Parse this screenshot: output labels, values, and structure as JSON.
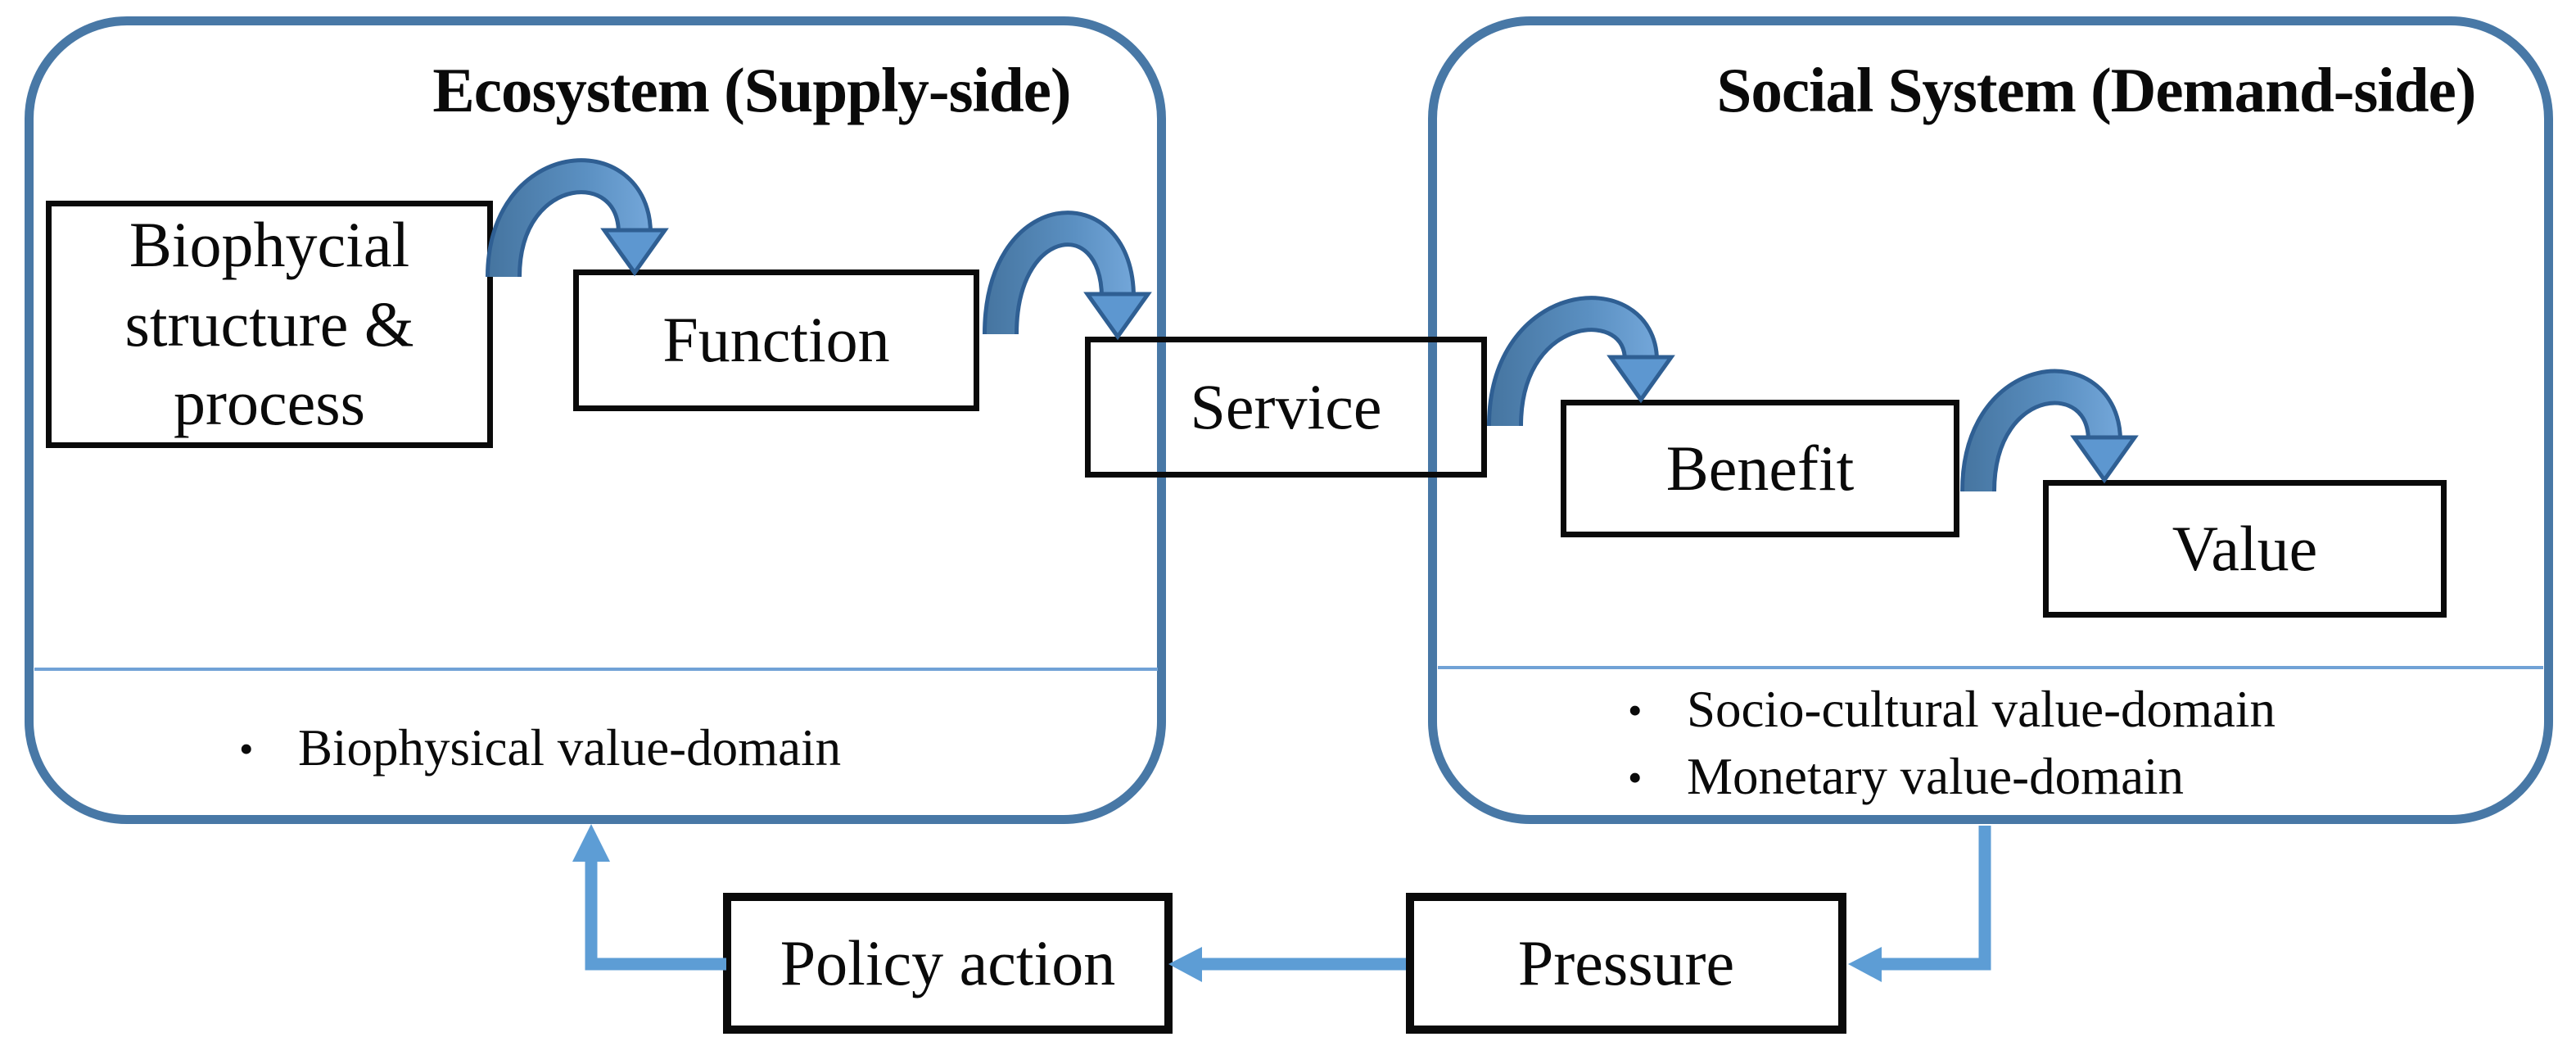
{
  "supply_panel": {
    "title": "Ecosystem (Supply-side)",
    "biophysical_box": "Biophycial structure & process",
    "function_box": "Function",
    "bullets": [
      "Biophysical value-domain"
    ]
  },
  "service_box": "Service",
  "demand_panel": {
    "title": "Social System (Demand-side)",
    "benefit_box": "Benefit",
    "value_box": "Value",
    "bullets": [
      "Socio-cultural value-domain",
      "Monetary value-domain"
    ]
  },
  "feedback": {
    "policy_box": "Policy action",
    "pressure_box": "Pressure"
  },
  "marker": "•",
  "colors": {
    "panel_border": "#4878a6",
    "divider": "#71a2d6",
    "flow_arrow": "#5d9dd5",
    "cascade_arrow_dark": "#45749f",
    "cascade_arrow_light": "#7aade0",
    "cascade_arrow_outline": "#2f5f93",
    "node_border": "#0a0a0a",
    "text": "#0a0a0a"
  }
}
